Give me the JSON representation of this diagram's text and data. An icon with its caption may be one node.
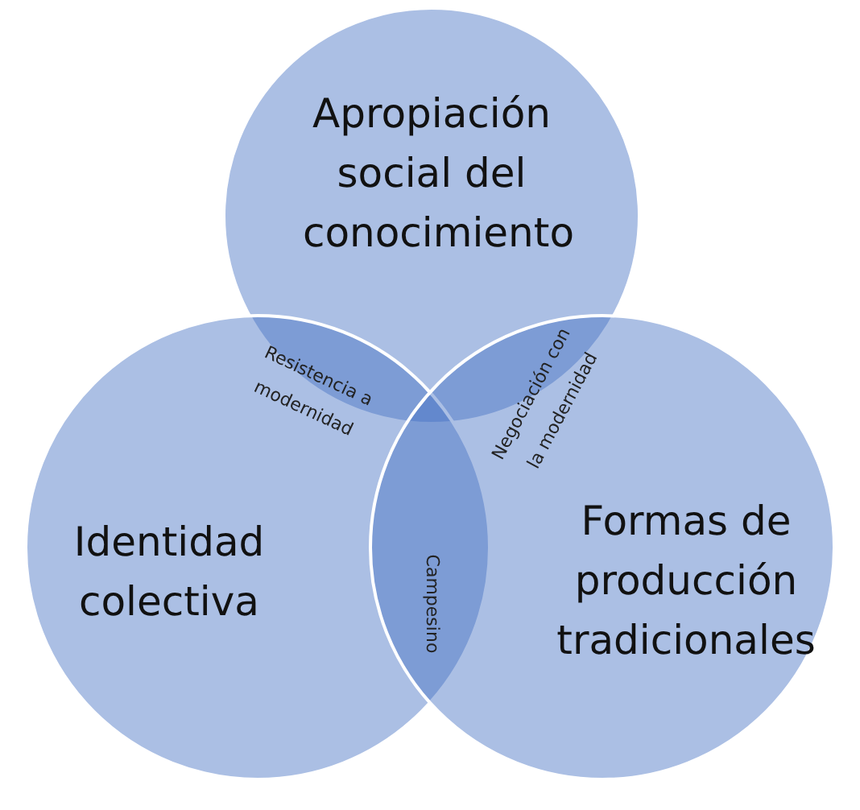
{
  "diagram": {
    "nodes": [
      {
        "text": [
          "Apropiación social del conocimiento"
        ]
      },
      {
        "text": [
          "Identidad colectiva"
        ]
      },
      {
        "text": [
          "Formas de producción tradicionales"
        ]
      }
    ],
    "labels": [
      "Resistencia a modernidad",
      "Negociación con la modernidad",
      "Campesino"
    ]
  }
}
